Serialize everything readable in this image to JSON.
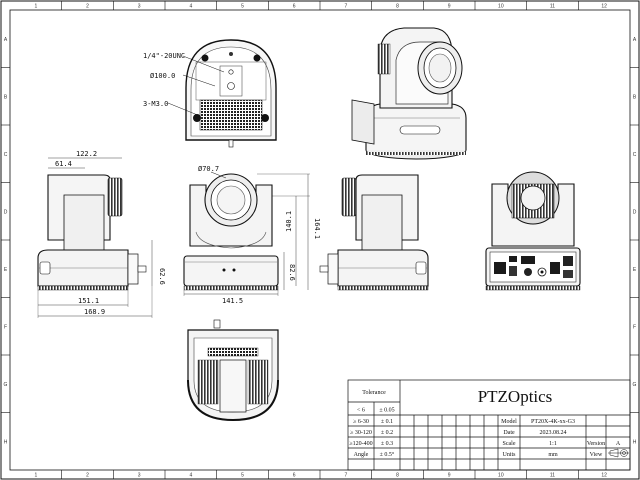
{
  "grid": {
    "columns": [
      "1",
      "2",
      "3",
      "4",
      "5",
      "6",
      "7",
      "8",
      "9",
      "10",
      "11",
      "12"
    ],
    "rows": [
      "A",
      "B",
      "C",
      "D",
      "E",
      "F",
      "G",
      "H"
    ]
  },
  "dimensions": {
    "thread": "1/4\"-20UNC",
    "mount_diameter": "Ø100.0",
    "screws": "3-M3.0",
    "lens_diameter": "Ø70.7",
    "depth_total": "122.2",
    "depth_half": "61.4",
    "side_height": "62.6",
    "base_depth": "151.1",
    "overall_depth": "168.9",
    "front_height_lens": "140.1",
    "front_height_total": "164.1",
    "front_base_height": "82.6",
    "front_width": "141.5"
  },
  "title_block": {
    "tolerance_header": "Tolerance",
    "tolerances": [
      {
        "range": "< 6",
        "value": "± 0.05"
      },
      {
        "range": "≥ 6-30",
        "value": "± 0.1"
      },
      {
        "range": "≥ 30-120",
        "value": "± 0.2"
      },
      {
        "range": "≥120-400",
        "value": "± 0.3"
      },
      {
        "range": "Angle",
        "value": "± 0.5°"
      }
    ],
    "company": "PTZOptics",
    "model_label": "Model",
    "model_value": "PT20X-4K-xx-G3",
    "date_label": "Date",
    "date_value": "2023.08.24",
    "scale_label": "Scale",
    "scale_value": "1:1",
    "version_label": "Version",
    "version_value": "A",
    "units_label": "Units",
    "units_value": "mm",
    "view_label": "View"
  },
  "colors": {
    "line": "#111111",
    "body": "#f4f4f4",
    "dark": "#1a1a1a"
  }
}
